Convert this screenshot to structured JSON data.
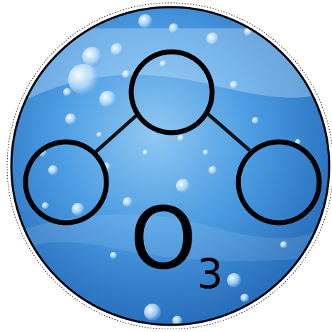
{
  "diagram": {
    "formula": {
      "element": "O",
      "subscript": "3"
    },
    "atoms": [
      {
        "id": "top-atom"
      },
      {
        "id": "left-atom"
      },
      {
        "id": "right-atom"
      }
    ],
    "bonds": [
      {
        "from": "top-atom",
        "to": "left-atom"
      },
      {
        "from": "top-atom",
        "to": "right-atom"
      }
    ],
    "colors": {
      "water_light": "#8fc8f2",
      "water_mid": "#4a9be2",
      "water_dark": "#1c5fae",
      "outline": "#000000",
      "bubble": "#e6f4ff"
    }
  }
}
